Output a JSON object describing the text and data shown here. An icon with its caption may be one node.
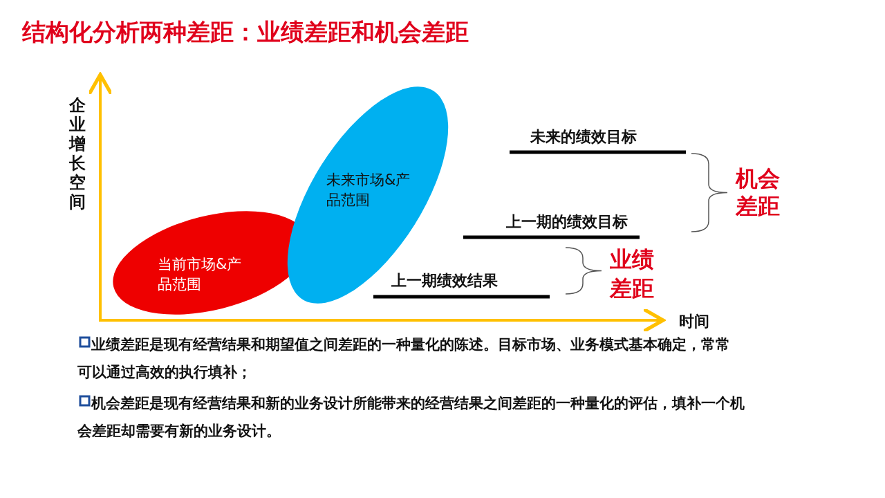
{
  "diagram": {
    "title": "结构化分析两种差距：业绩差距和机会差距",
    "nodes": [
      {
        "text": [
          "当前市场&产品范围"
        ]
      },
      {
        "text": [
          "未来市场&产品范围"
        ]
      }
    ],
    "edges": [],
    "labels": [
      "企业增长空间",
      "时间",
      "未来的绩效目标",
      "上一期的绩效目标",
      "上一期绩效结果",
      "机会差距",
      "业绩差距",
      "业绩差距是现有经营结果和期望值之间差距的一种量化的陈述。目标市场、业务模式基本确定，常常可以通过高效的执行填补；",
      "机会差距是现有经营结果和新的业务设计所能带来的经营结果之间差距的一种量化的评估，填补一个机会差距却需要有新的业务设计。"
    ]
  }
}
